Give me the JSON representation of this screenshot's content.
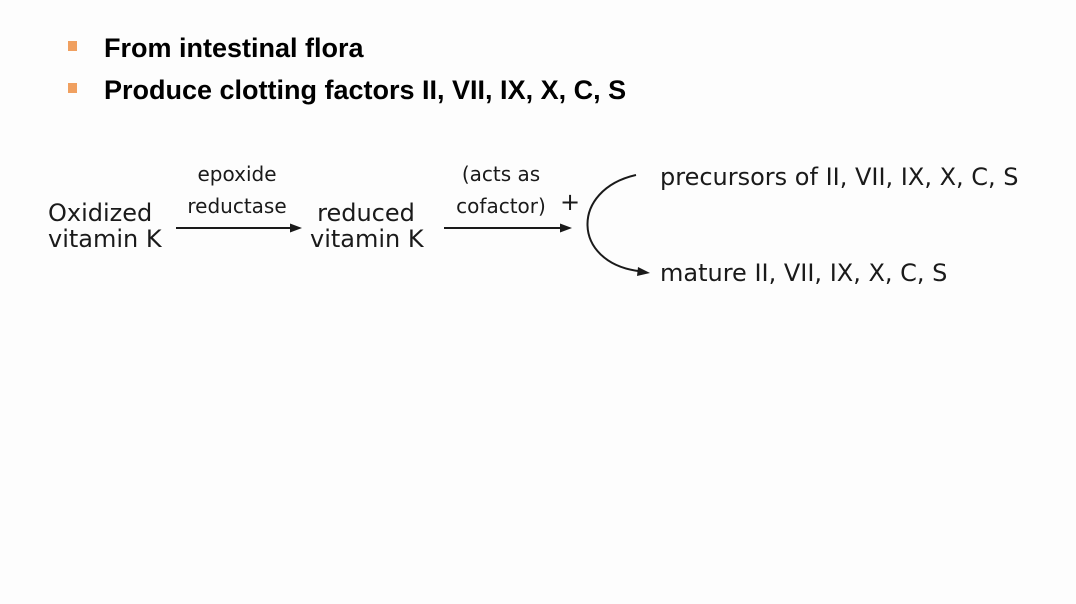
{
  "bullets": [
    {
      "text": "From intestinal flora"
    },
    {
      "text": "Produce clotting factors II, VII, IX, X, C, S"
    }
  ],
  "diagram": {
    "substrate": {
      "line1": "Oxidized",
      "line2": "vitamin K"
    },
    "enzyme": {
      "line1": "epoxide",
      "line2": "reductase"
    },
    "product": {
      "line1": "reduced",
      "line2": "vitamin K"
    },
    "cofactor_label": {
      "line1": "(acts as",
      "line2": "cofactor)"
    },
    "plus": "+",
    "precursors": "precursors of II, VII, IX, X, C, S",
    "mature": "mature II, VII, IX, X, C, S"
  },
  "colors": {
    "bullet": "#f0a060",
    "text": "#111111"
  }
}
